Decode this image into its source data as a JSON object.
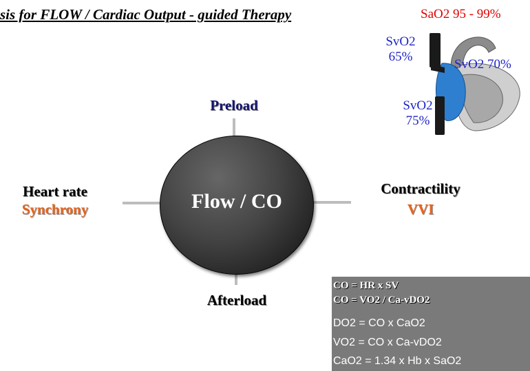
{
  "title": "sis for FLOW / Cardiac Output - guided Therapy",
  "sao2_label": "SaO2 95 - 99%",
  "svo2": {
    "upper": {
      "name": "SvO2",
      "value": "65%"
    },
    "right": "SvO2 70%",
    "lower": {
      "name": "SvO2",
      "value": "75%"
    }
  },
  "center": "Flow / CO",
  "nodes": {
    "preload": "Preload",
    "afterload": "Afterload",
    "heart_rate": "Heart rate",
    "synchrony": "Synchrony",
    "contractility": "Contractility",
    "vvi": "VVI"
  },
  "formulas": {
    "bold_lines": [
      "CO = HR x SV",
      "CO = VO2 / Ca-vDO2"
    ],
    "lines": [
      "DO2 = CO x CaO2",
      "VO2 = CO x Ca-vDO2",
      "CaO2 = 1.34 x Hb x SaO2"
    ]
  },
  "colors": {
    "sao2": "#e00000",
    "svo2": "#1e24c8",
    "preload": "#14146e",
    "orange": "#e8641e",
    "formula_bg": "#7a7a7a",
    "heart_blue": "#2e7fd0"
  }
}
